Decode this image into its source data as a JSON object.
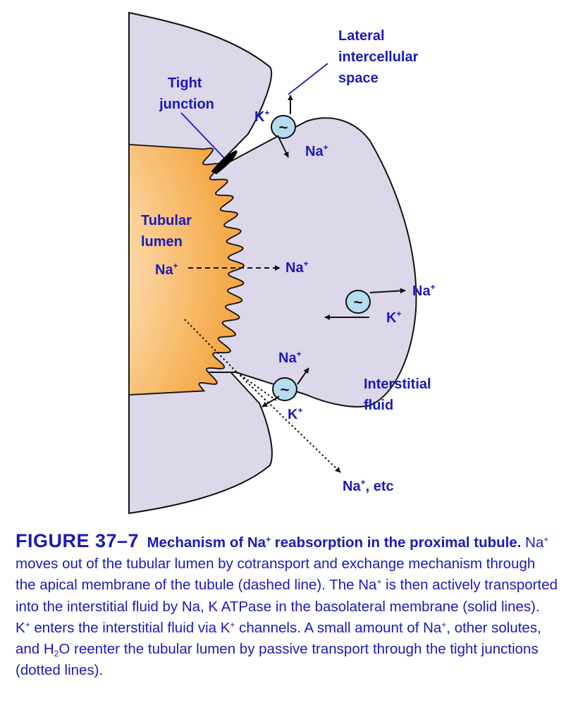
{
  "diagram": {
    "labels": {
      "lateral_intercellular_space": [
        "Lateral",
        "intercellular",
        "space"
      ],
      "tight_junction": [
        "Tight",
        "junction"
      ],
      "tubular_lumen": [
        "Tubular",
        "lumen"
      ],
      "interstitial_fluid": [
        "Interstitial",
        "fluid"
      ],
      "ion_base_k": "K",
      "ion_base_na": "Na",
      "ion_charge": "+",
      "na_plus_etc_suffix": ", etc",
      "pump_glyph": "~"
    },
    "colors": {
      "cell": "#dcd7e9",
      "lumen_edge": "#f5a43d",
      "lumen_fade": "#ffffff",
      "pump": "#b6dcf0",
      "label": "#1a1ab8",
      "line": "#111111"
    }
  },
  "caption": {
    "figure_number": "FIGURE 37–7",
    "title_pre": "Mechanism of Na",
    "title_sup": "+",
    "title_post": " reabsorption in the proximal tubule.",
    "body_1": " Na",
    "sup_1": "+",
    "body_2": " moves out of the tubular lumen by cotransport and exchange mechanism through the apical membrane of the tubule (dashed line). The Na",
    "sup_2": "+",
    "body_3": " is then actively transported into the interstitial fluid by Na, K ATPase in the basolateral membrane (solid lines). K",
    "sup_3": "+",
    "body_4": " enters the interstitial fluid via K",
    "sup_4": "+",
    "body_5": " channels. A small amount of Na",
    "sup_5": "+",
    "body_6": ", other solutes, and H",
    "sub_1": "2",
    "body_7": "O reenter the tubular lumen by passive transport through the tight junctions (dotted lines)."
  }
}
